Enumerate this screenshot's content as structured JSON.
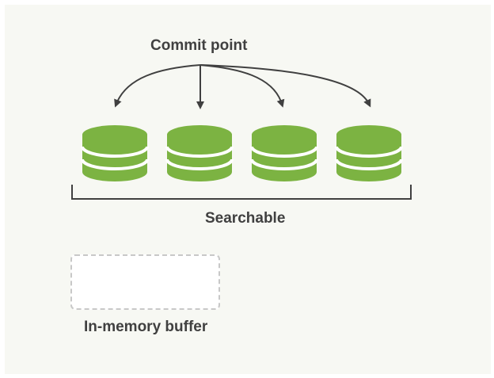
{
  "labels": {
    "commit_point": "Commit point",
    "searchable": "Searchable",
    "in_memory_buffer": "In-memory buffer"
  },
  "segments": [
    {
      "id": "segment-1"
    },
    {
      "id": "segment-2"
    },
    {
      "id": "segment-3"
    },
    {
      "id": "segment-4"
    }
  ],
  "colors": {
    "segment_fill": "#7cb342",
    "segment_band": "#ffffff",
    "line": "#404040",
    "background": "#f7f8f3",
    "buffer_border": "#c8c8c8"
  }
}
